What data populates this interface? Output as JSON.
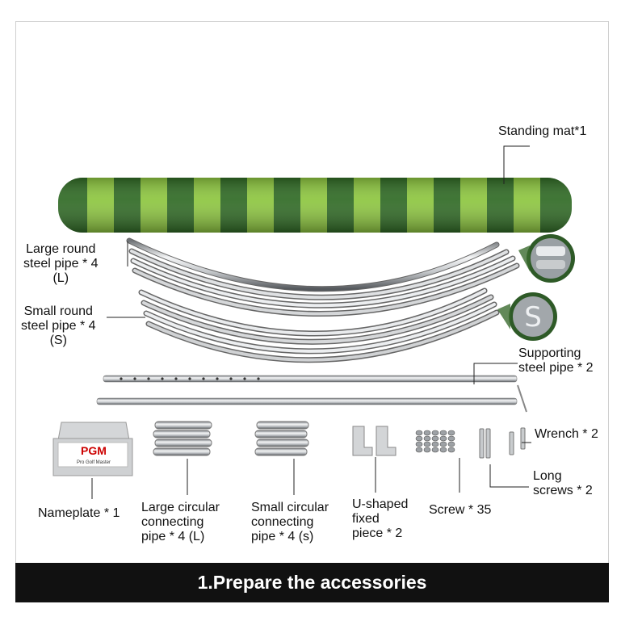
{
  "labels": {
    "standing_mat": "Standing mat*1",
    "large_pipe": "Large round\nsteel pipe * 4\n(L)",
    "small_pipe": "Small round\nsteel pipe * 4\n(S)",
    "supporting_pipe": "Supporting\nsteel pipe * 2",
    "wrench": "Wrench * 2",
    "long_screws": "Long\nscrews * 2",
    "nameplate": "Nameplate * 1",
    "large_connector": "Large circular\nconnecting\npipe * 4 (L)",
    "small_connector": "Small circular\nconnecting\npipe * 4 (s)",
    "u_piece": "U-shaped\nfixed\npiece * 2",
    "screw": "Screw * 35"
  },
  "nameplate_logo": "PGM",
  "nameplate_sub": "Pro Golf Master",
  "footer_title": "1.Prepare the accessories",
  "colors": {
    "mat_dark": "#2f6a24",
    "mat_light": "#8dc63f",
    "steel": "#b9bcc0",
    "footer": "#111111"
  }
}
